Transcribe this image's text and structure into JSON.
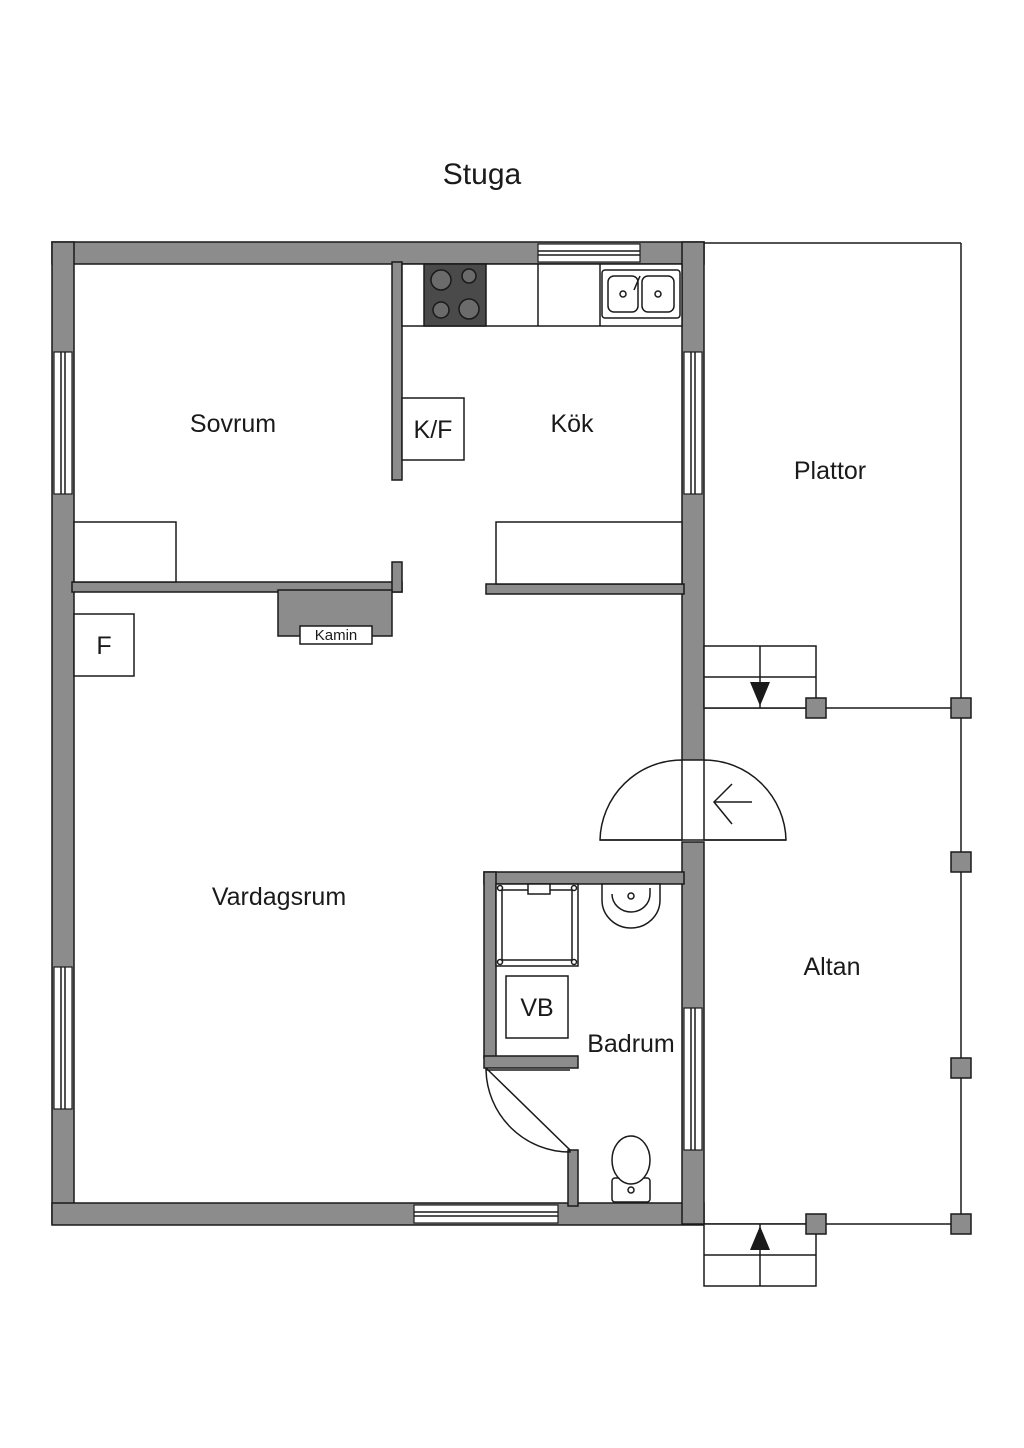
{
  "title": "Stuga",
  "rooms": {
    "sovrum": "Sovrum",
    "kok": "Kök",
    "plattor": "Plattor",
    "vardagsrum": "Vardagsrum",
    "badrum": "Badrum",
    "altan": "Altan"
  },
  "labels": {
    "kf": "K/F",
    "f": "F",
    "kamin": "Kamin",
    "vb": "VB"
  },
  "colors": {
    "wall": "#8c8c8c",
    "stove": "#4a4a4a",
    "line": "#1a1a1a"
  }
}
